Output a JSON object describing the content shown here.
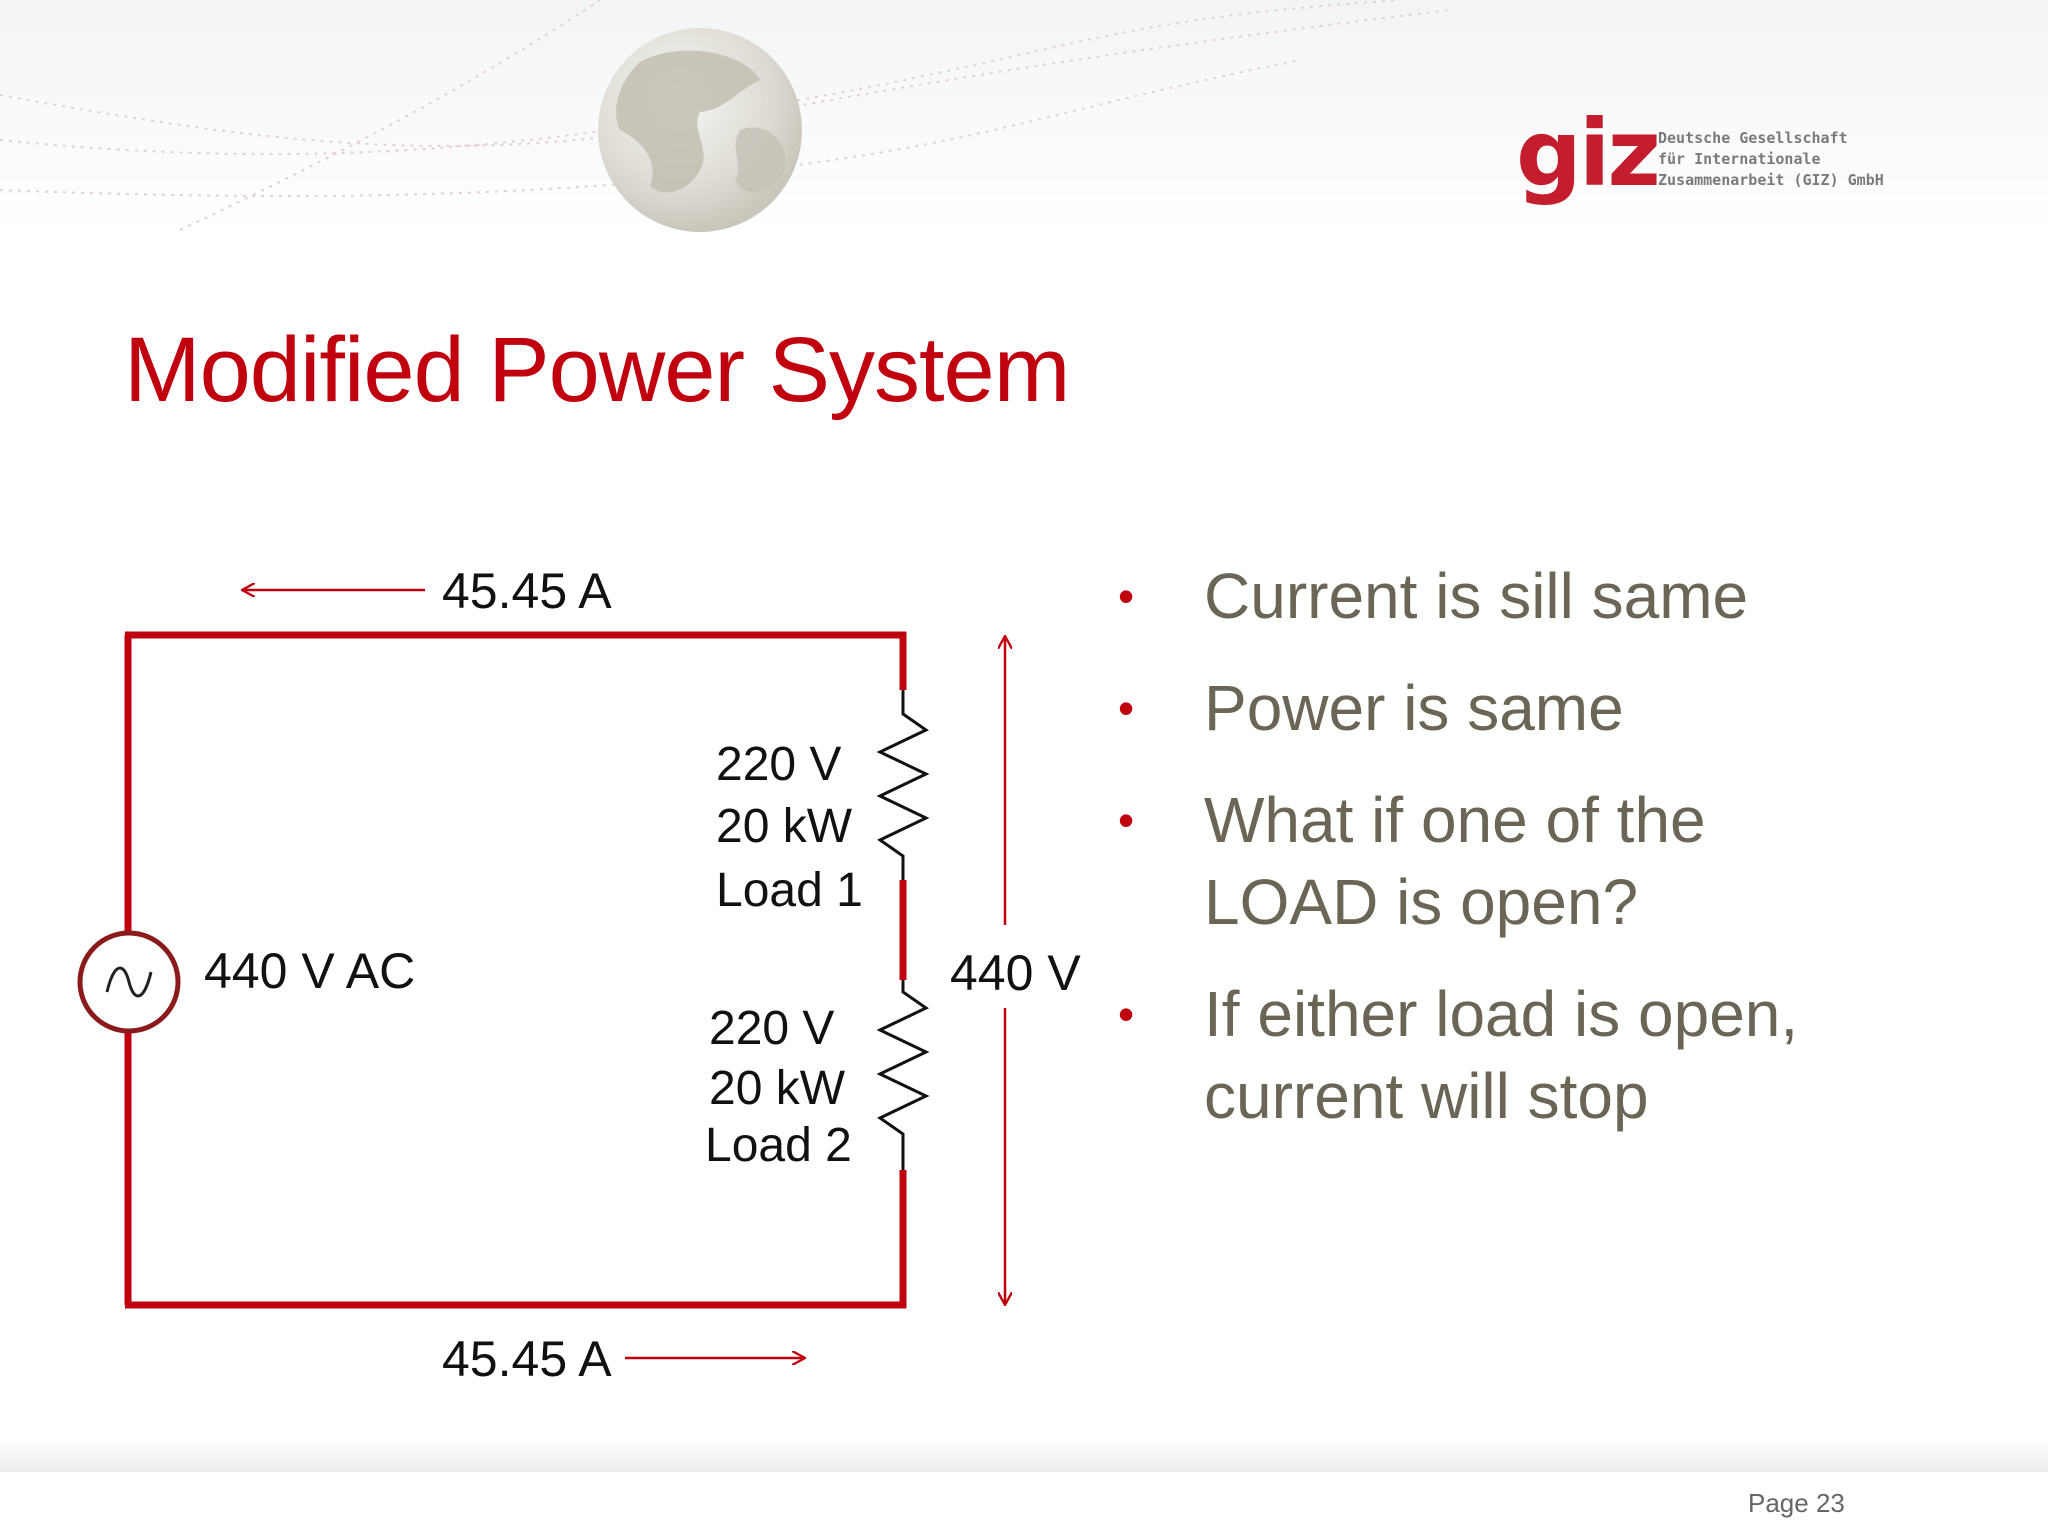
{
  "slide": {
    "title": "Modified Power System",
    "page_label": "Page 23"
  },
  "logo": {
    "wordmark": "giz",
    "org_lines": [
      "Deutsche Gesellschaft",
      "für Internationale",
      "Zusammenarbeit (GIZ) GmbH"
    ]
  },
  "diagram": {
    "current_top": "45.45 A",
    "current_bottom": "45.45 A",
    "source_label": "440 V AC",
    "total_voltage": "440 V",
    "load1": {
      "voltage": "220 V",
      "power": "20 kW",
      "name": "Load 1"
    },
    "load2": {
      "voltage": "220 V",
      "power": "20 kW",
      "name": "Load 2"
    }
  },
  "bullets": [
    {
      "lines": [
        "Current is sill same"
      ]
    },
    {
      "lines": [
        "Power is same"
      ]
    },
    {
      "lines": [
        "What if one of the",
        "LOAD is open?"
      ]
    },
    {
      "lines": [
        "If either load is open,",
        "current will stop"
      ]
    }
  ],
  "colors": {
    "title": "#c0000f",
    "wire": "#c0000f",
    "bullet_text": "#6b6556",
    "logo": "#c41e2e"
  }
}
